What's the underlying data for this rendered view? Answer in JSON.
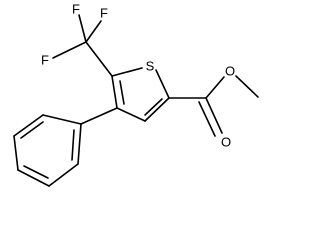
{
  "molecule": {
    "atoms": {
      "f1": "F",
      "f2": "F",
      "f3": "F",
      "s": "S",
      "o_carbonyl": "O",
      "o_ester": "O"
    }
  }
}
